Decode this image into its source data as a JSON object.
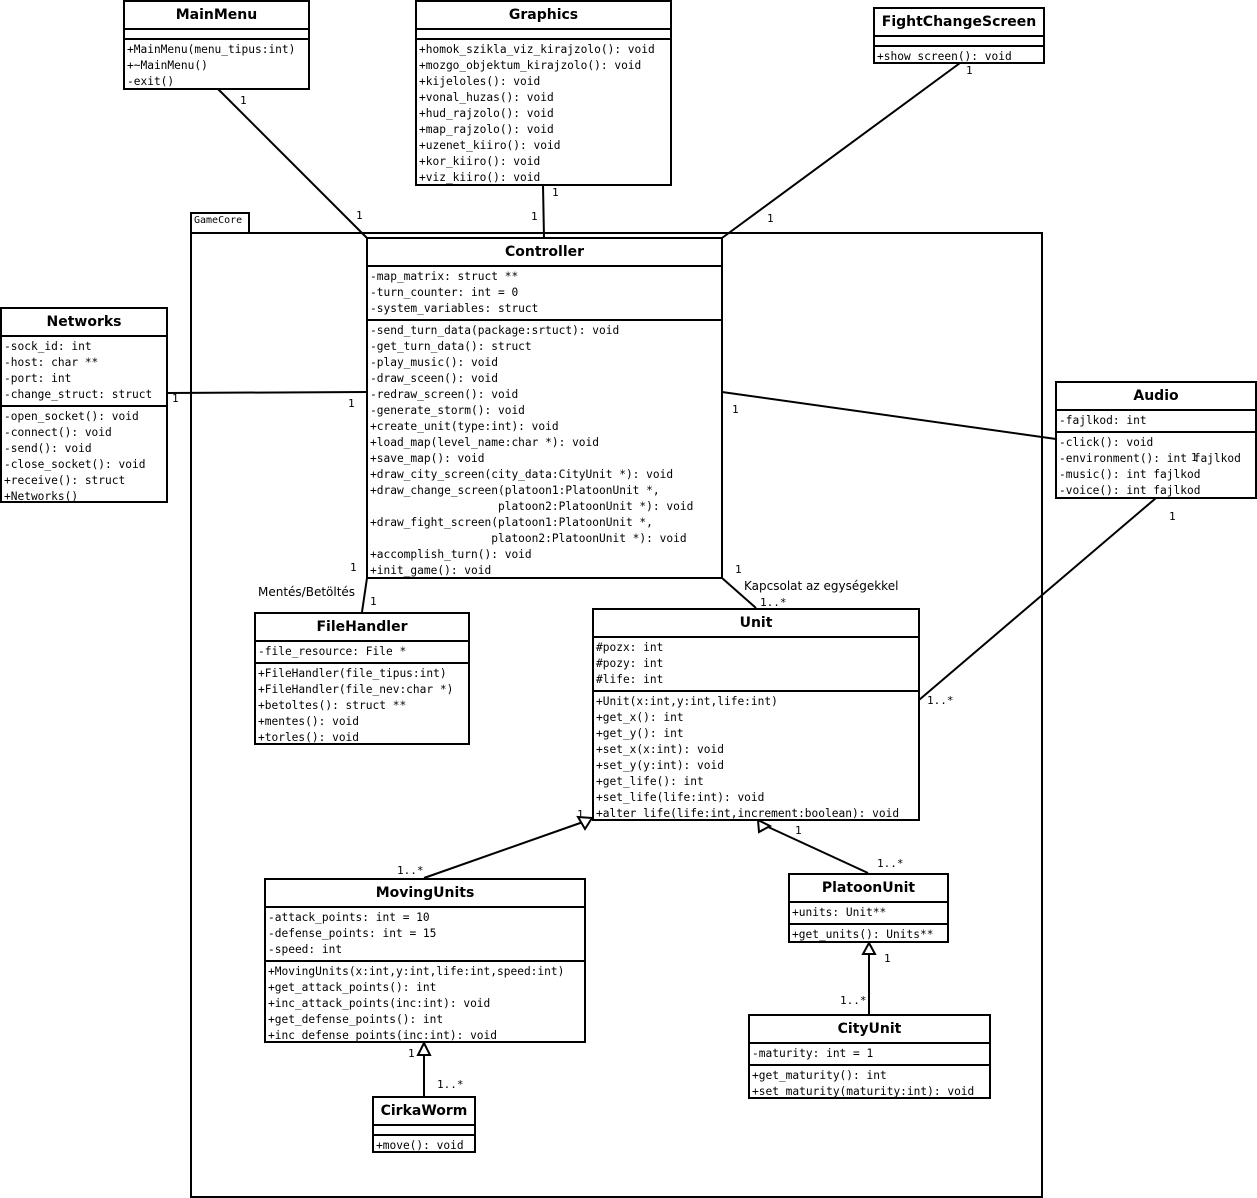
{
  "package": {
    "name": "GameCore"
  },
  "classes": {
    "mainmenu": {
      "name": "MainMenu",
      "attributes": [],
      "operations": [
        "+MainMenu(menu_tipus:int)",
        "+~MainMenu()",
        "-exit()"
      ]
    },
    "graphics": {
      "name": "Graphics",
      "attributes": [],
      "operations": [
        "+homok_szikla_viz_kirajzolo(): void",
        "+mozgo_objektum_kirajzolo(): void",
        "+kijeloles(): void",
        "+vonal_huzas(): void",
        "+hud_rajzolo(): void",
        "+map_rajzolo(): void",
        "+uzenet_kiiro(): void",
        "+kor_kiiro(): void",
        "+viz_kiiro(): void"
      ]
    },
    "fightchangescreen": {
      "name": "FightChangeScreen",
      "attributes": [],
      "operations": [
        "+show_screen(): void"
      ]
    },
    "networks": {
      "name": "Networks",
      "attributes": [
        "-sock_id: int",
        "-host: char **",
        "-port: int",
        "-change_struct: struct"
      ],
      "operations": [
        "-open_socket(): void",
        "-connect(): void",
        "-send(): void",
        "-close_socket(): void",
        "+receive(): struct",
        "+Networks()"
      ]
    },
    "controller": {
      "name": "Controller",
      "attributes": [
        "-map_matrix: struct **",
        "-turn_counter: int = 0",
        "-system_variables: struct"
      ],
      "operations": [
        "-send_turn_data(package:srtuct): void",
        "-get_turn_data(): struct",
        "-play_music(): void",
        "-draw_sceen(): void",
        "-redraw_screen(): void",
        "-generate_storm(): void",
        "+create_unit(type:int): void",
        "+load_map(level_name:char *): void",
        "+save_map(): void",
        "+draw_city_screen(city_data:CityUnit *): void",
        "+draw_change_screen(platoon1:PlatoonUnit *,\n                   platoon2:PlatoonUnit *): void",
        "+draw_fight_screen(platoon1:PlatoonUnit *,\n                  platoon2:PlatoonUnit *): void",
        "+accomplish_turn(): void",
        "+init_game(): void"
      ]
    },
    "audio": {
      "name": "Audio",
      "attributes": [
        "-fajlkod: int"
      ],
      "operations": [
        "-click(): void",
        "-environment(): int fajlkod",
        "-music(): int fajlkod",
        "-voice(): int fajlkod"
      ]
    },
    "filehandler": {
      "name": "FileHandler",
      "attributes": [
        "-file_resource: File *"
      ],
      "operations": [
        "+FileHandler(file_tipus:int)",
        "+FileHandler(file_nev:char *)",
        "+betoltes(): struct **",
        "+mentes(): void",
        "+torles(): void"
      ]
    },
    "unit": {
      "name": "Unit",
      "attributes": [
        "#pozx: int",
        "#pozy: int",
        "#life: int"
      ],
      "operations": [
        "+Unit(x:int,y:int,life:int)",
        "+get_x(): int",
        "+get_y(): int",
        "+set_x(x:int): void",
        "+set_y(y:int): void",
        "+get_life(): int",
        "+set_life(life:int): void",
        "+alter_life(life:int,increment:boolean): void"
      ]
    },
    "movingunits": {
      "name": "MovingUnits",
      "attributes": [
        "-attack_points: int = 10",
        "-defense_points: int = 15",
        "-speed: int"
      ],
      "operations": [
        "+MovingUnits(x:int,y:int,life:int,speed:int)",
        "+get_attack_points(): int",
        "+inc_attack_points(inc:int): void",
        "+get_defense_points(): int",
        "+inc_defense_points(inc:int): void"
      ]
    },
    "platoonunit": {
      "name": "PlatoonUnit",
      "attributes": [
        "+units: Unit**"
      ],
      "operations": [
        "+get_units(): Units**"
      ]
    },
    "cityunit": {
      "name": "CityUnit",
      "attributes": [
        "-maturity: int = 1"
      ],
      "operations": [
        "+get_maturity(): int",
        "+set_maturity(maturity:int): void"
      ]
    },
    "cirkaworm": {
      "name": "CirkaWorm",
      "attributes": [],
      "operations": [
        "+move(): void"
      ]
    }
  },
  "relations": [
    {
      "from": "MainMenu",
      "to": "Controller",
      "type": "association",
      "from_mult": "1",
      "to_mult": "1"
    },
    {
      "from": "Graphics",
      "to": "Controller",
      "type": "association",
      "from_mult": "1",
      "to_mult": "1"
    },
    {
      "from": "FightChangeScreen",
      "to": "Controller",
      "type": "association",
      "from_mult": "1",
      "to_mult": "1"
    },
    {
      "from": "Networks",
      "to": "Controller",
      "type": "association",
      "from_mult": "1",
      "to_mult": "1"
    },
    {
      "from": "Controller",
      "to": "Audio",
      "type": "association",
      "from_mult": "1",
      "to_mult": "1"
    },
    {
      "from": "Controller",
      "to": "FileHandler",
      "type": "association",
      "from_mult": "1",
      "to_mult": "1",
      "label": "Mentés/Betöltés"
    },
    {
      "from": "Controller",
      "to": "Unit",
      "type": "association",
      "from_mult": "1",
      "to_mult": "1..*",
      "label": "Kapcsolat az egységekkel"
    },
    {
      "from": "Audio",
      "to": "Unit",
      "type": "association",
      "from_mult": "1",
      "to_mult": "1..*"
    },
    {
      "from": "MovingUnits",
      "to": "Unit",
      "type": "generalization",
      "from_mult": "1..*",
      "to_mult": "1"
    },
    {
      "from": "PlatoonUnit",
      "to": "Unit",
      "type": "generalization",
      "from_mult": "1..*",
      "to_mult": "1"
    },
    {
      "from": "CityUnit",
      "to": "PlatoonUnit",
      "type": "generalization",
      "from_mult": "1..*",
      "to_mult": "1"
    },
    {
      "from": "CirkaWorm",
      "to": "MovingUnits",
      "type": "generalization",
      "from_mult": "1..*",
      "to_mult": "1"
    }
  ],
  "labels": {
    "mult_one": "1",
    "mult_many": "1..*",
    "mentes_betoltes": "Mentés/Betöltés",
    "kapcsolat": "Kapcsolat az egységekkel"
  }
}
